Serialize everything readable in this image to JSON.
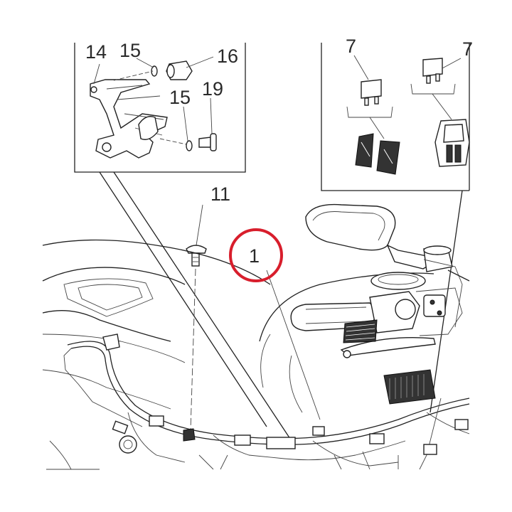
{
  "diagram": {
    "inset_left": {
      "callouts": [
        "14",
        "15",
        "16",
        "15",
        "19"
      ]
    },
    "inset_right": {
      "callouts": [
        "7",
        "7"
      ]
    },
    "main": {
      "callouts": [
        "11",
        "1"
      ],
      "highlighted_callout": "1",
      "highlight_color": "#d81e2c"
    }
  }
}
